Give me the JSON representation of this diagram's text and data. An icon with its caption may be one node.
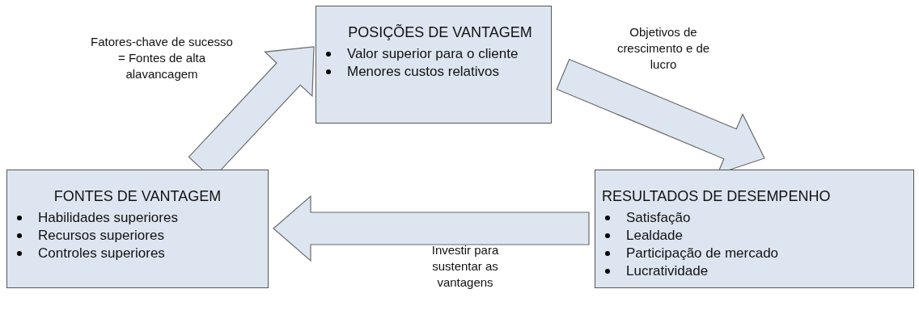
{
  "diagram": {
    "nodes": [
      {
        "text": [
          "POSIÇÕES DE VANTAGEM",
          "Valor superior para o cliente",
          "Menores custos relativos"
        ]
      },
      {
        "text": [
          "FONTES DE VANTAGEM",
          "Habilidades superiores",
          "Recursos superiores",
          "Controles superiores"
        ]
      },
      {
        "text": [
          "RESULTADOS DE DESEMPENHO",
          "Satisfação",
          "Lealdade",
          "Participação de mercado",
          "Lucratividade"
        ]
      }
    ],
    "edges": [
      {
        "from": 1,
        "to": 0,
        "arrow": "to",
        "label": "Fatores-chave de sucesso = Fontes de alta alavancagem"
      },
      {
        "from": 0,
        "to": 2,
        "arrow": "to",
        "label": "Objetivos de crescimento e de lucro"
      },
      {
        "from": 2,
        "to": 1,
        "arrow": "to",
        "label": "Investir para sustentar as vantagens"
      }
    ]
  }
}
